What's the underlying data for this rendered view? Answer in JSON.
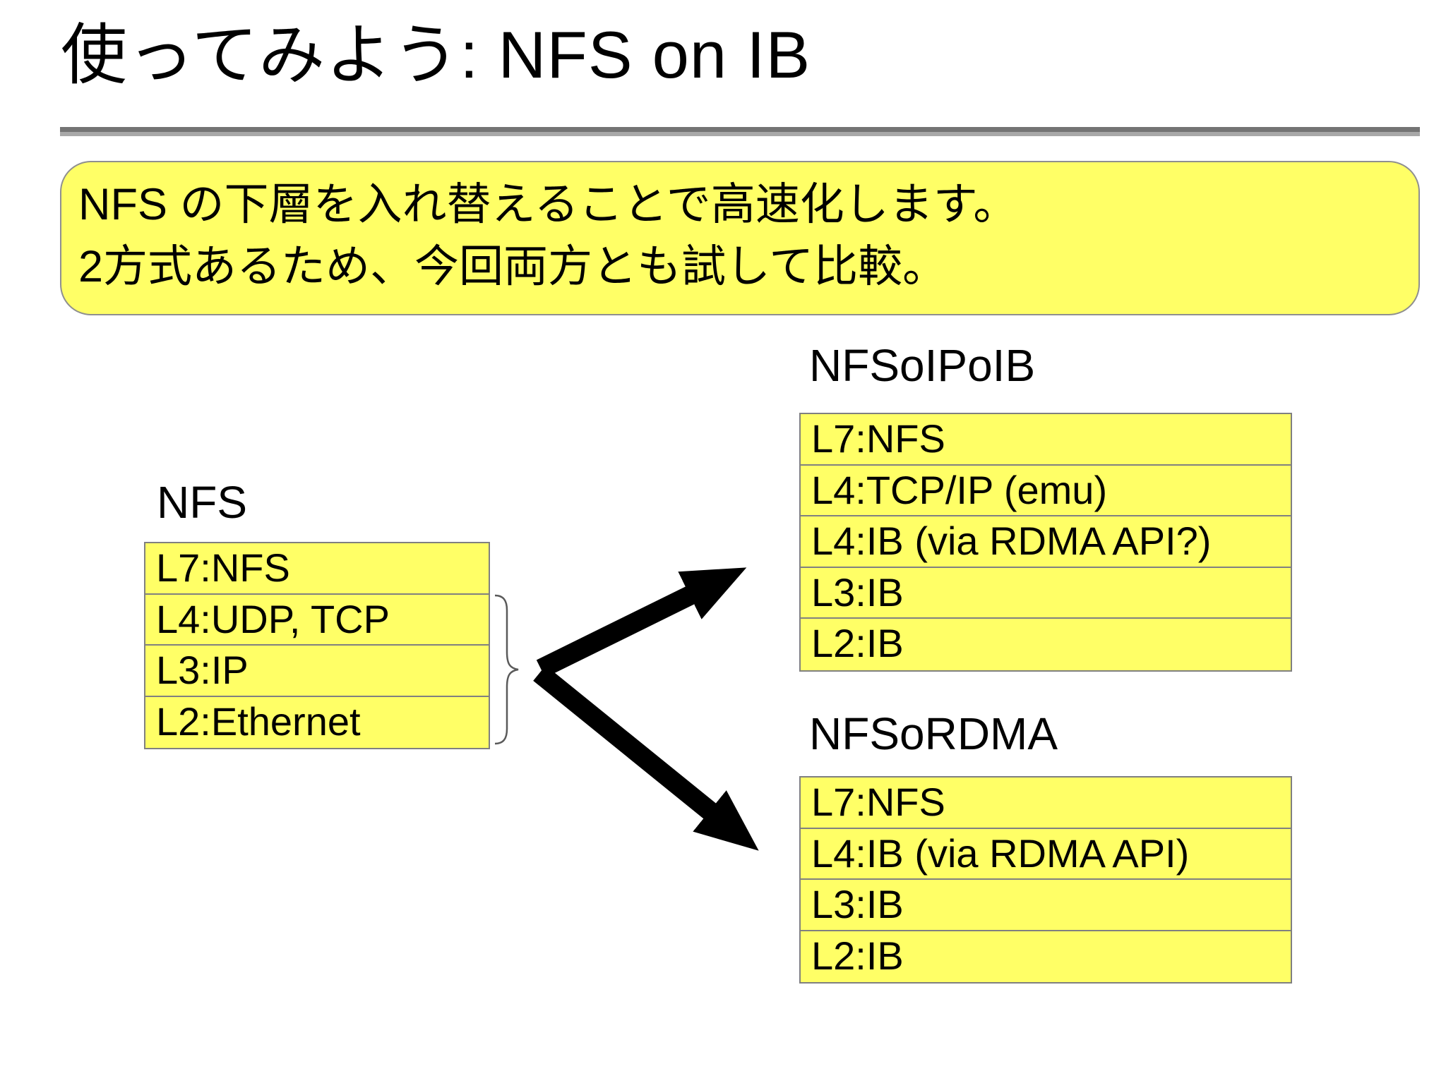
{
  "slide": {
    "title": "使ってみよう: NFS on IB",
    "callout": {
      "line1": "NFS の下層を入れ替えることで高速化します。",
      "line2": "2方式あるため、今回両方とも試して比較。"
    }
  },
  "stacks": {
    "left": {
      "label": "NFS",
      "rows": [
        "L7:NFS",
        "L4:UDP, TCP",
        "L3:IP",
        "L2:Ethernet"
      ]
    },
    "ipoib": {
      "label": "NFSoIPoIB",
      "rows": [
        "L7:NFS",
        "L4:TCP/IP (emu)",
        "L4:IB (via RDMA API?)",
        "L3:IB",
        "L2:IB"
      ]
    },
    "rdma": {
      "label": "NFSoRDMA",
      "rows": [
        "L7:NFS",
        "L4:IB (via RDMA API)",
        "L3:IB",
        "L2:IB"
      ]
    }
  },
  "icons": {
    "brace": "curly-brace-grouping-lower-layers",
    "arrow_up": "arrow-to-nfsoipoib",
    "arrow_down": "arrow-to-nfsordma"
  },
  "colors": {
    "highlight_yellow": "#ffff66",
    "box_border_gray": "#808080",
    "title_rule_gray": "#8a8a8a",
    "arrow_black": "#000000",
    "text_black": "#000000",
    "background_white": "#ffffff"
  }
}
